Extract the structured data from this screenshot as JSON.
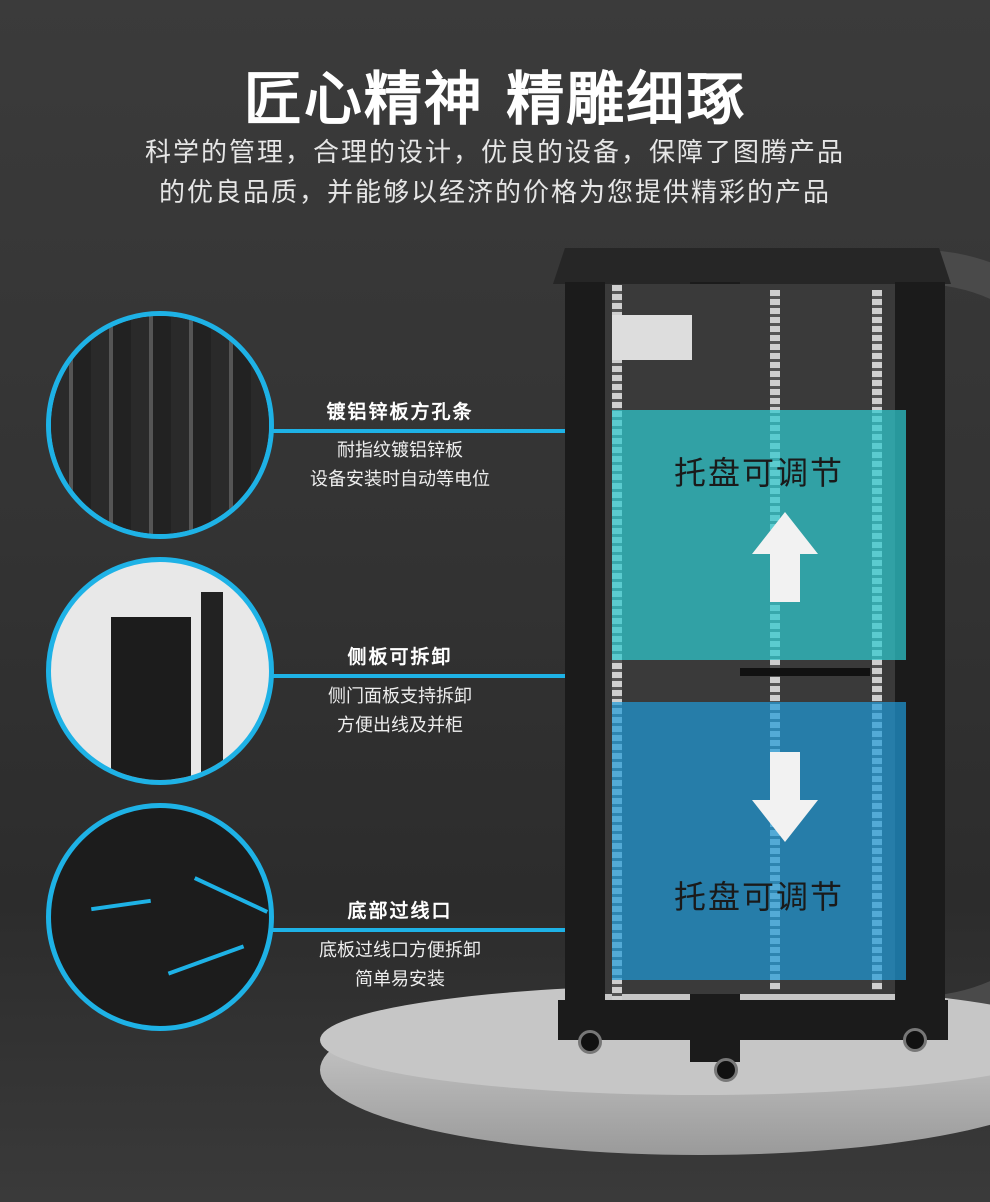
{
  "header": {
    "title": "匠心精神 精雕细琢",
    "subtitle_lines": [
      "科学的管理，合理的设计，优良的设备，保障了图腾产品",
      "的优良品质，并能够以经济的价格为您提供精彩的产品"
    ]
  },
  "features": [
    {
      "title": "镀铝锌板方孔条",
      "desc": [
        "耐指纹镀铝锌板",
        "设备安装时自动等电位"
      ]
    },
    {
      "title": "侧板可拆卸",
      "desc": [
        "侧门面板支持拆卸",
        "方便出线及并柜"
      ]
    },
    {
      "title": "底部过线口",
      "desc": [
        "底板过线口方便拆卸",
        "简单易安装"
      ]
    }
  ],
  "cabinet": {
    "upper_label": "托盘可调节",
    "lower_label": "托盘可调节",
    "upper_color": "#2ec9cf",
    "lower_color": "#1e9ad8"
  },
  "colors": {
    "accent": "#1eb2e6",
    "background": "#333333"
  }
}
